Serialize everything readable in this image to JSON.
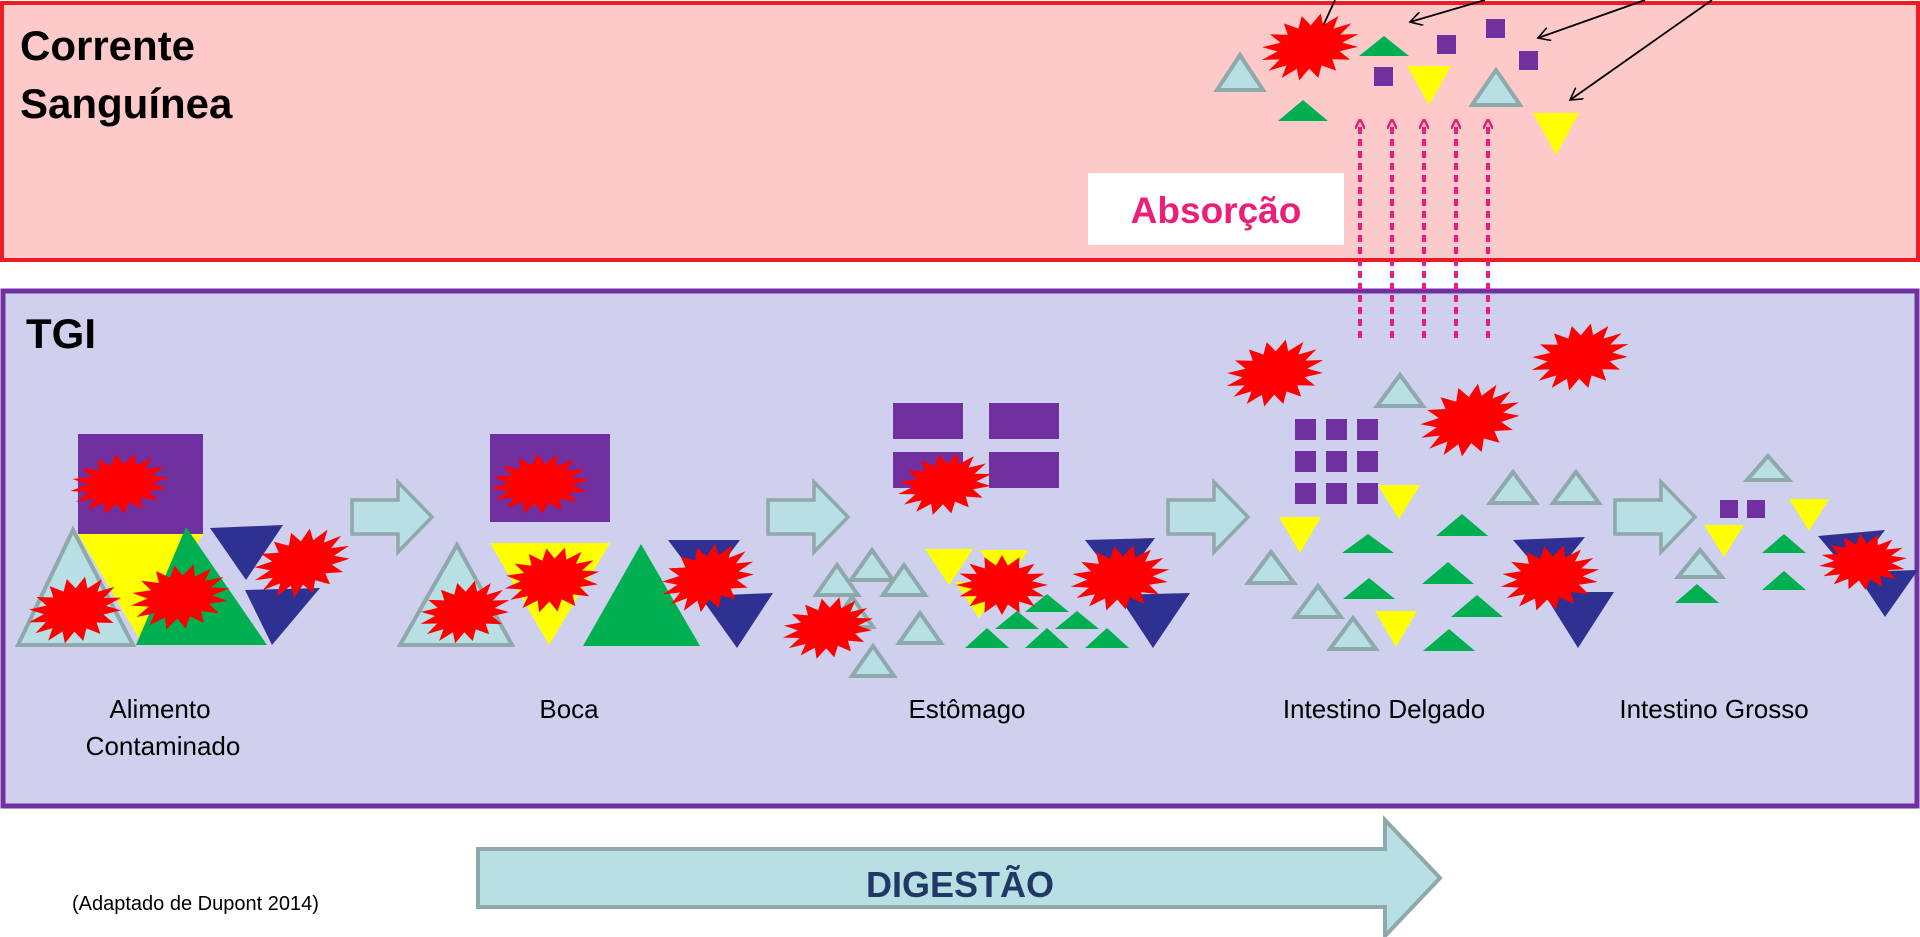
{
  "blood": {
    "title_line1": "Corrente",
    "title_line2": "Sanguínea",
    "absorption_label": "Absorção"
  },
  "gi_tract": {
    "title": "TGI",
    "stages": [
      {
        "line1": "Alimento",
        "line2": "Contaminado"
      },
      {
        "line1": "Boca",
        "line2": ""
      },
      {
        "line1": "Estômago",
        "line2": ""
      },
      {
        "line1": "Intestino Delgado",
        "line2": ""
      },
      {
        "line1": "Intestino Grosso",
        "line2": ""
      }
    ]
  },
  "digestion_label": "DIGESTÃO",
  "citation": "(Adaptado de Dupont 2014)",
  "colors": {
    "blood_fill": "#fdc9c9",
    "blood_border": "#ee1c25",
    "tgi_fill": "#cfcfee",
    "tgi_border": "#7030a0",
    "purple": "#7030a0",
    "yellow": "#ffff00",
    "green": "#00b050",
    "navy": "#2e3192",
    "pale_blue": "#b8dfe3",
    "grey_stroke": "#8fa8ab",
    "contaminant": "#ff0000",
    "absorption_text": "#ed1e79",
    "digest_text": "#1f3864"
  },
  "icons": [
    "contaminant-burst-icon",
    "food-triangle-icon",
    "flow-arrow-icon",
    "absorption-arrow-icon"
  ]
}
